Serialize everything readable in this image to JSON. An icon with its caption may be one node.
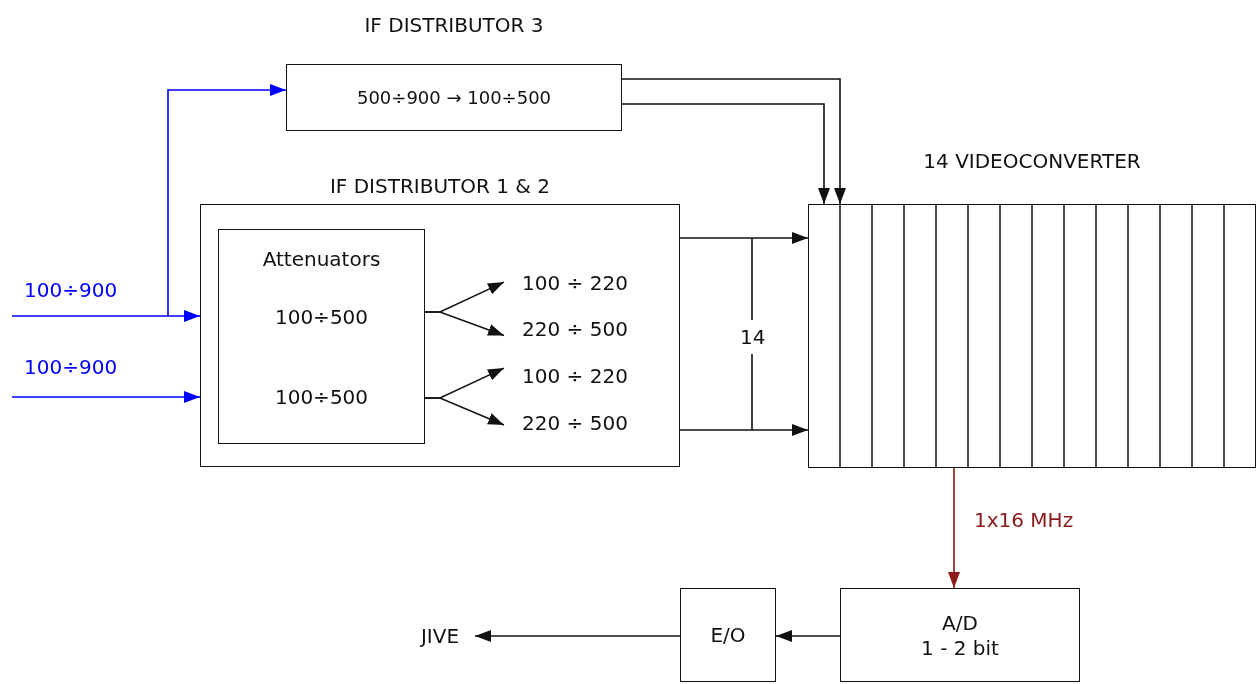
{
  "diagram": {
    "nodes": [
      {
        "text": [
          "IF DISTRIBUTOR 3",
          "500÷900 → 100÷500"
        ]
      },
      {
        "text": [
          "IF DISTRIBUTOR 1 & 2"
        ]
      },
      {
        "text": [
          "Attenuators",
          "100÷500",
          "100÷500"
        ],
        "in": 1
      },
      {
        "text": [
          "100 ÷ 220"
        ],
        "in": 1
      },
      {
        "text": [
          "220 ÷ 500"
        ],
        "in": 1
      },
      {
        "text": [
          "100 ÷ 220"
        ],
        "in": 1
      },
      {
        "text": [
          "220 ÷ 500"
        ],
        "in": 1
      },
      {
        "text": [
          "14 VIDEOCONVERTER"
        ]
      },
      {
        "text": [
          "A/D",
          "1 - 2 bit"
        ]
      },
      {
        "text": [
          "E/O"
        ]
      },
      {
        "text": [
          "JIVE"
        ]
      }
    ],
    "edges": [
      {
        "from": null,
        "to": 1,
        "arrow": "to",
        "label": "100÷900",
        "color": "#0000ff"
      },
      {
        "from": null,
        "to": 0,
        "arrow": "to",
        "color": "#0000ff"
      },
      {
        "from": null,
        "to": 1,
        "arrow": "to",
        "label": "100÷900",
        "color": "#0000ff"
      },
      {
        "from": 2,
        "to": 3,
        "arrow": "to"
      },
      {
        "from": 2,
        "to": 4,
        "arrow": "to"
      },
      {
        "from": 2,
        "to": 5,
        "arrow": "to"
      },
      {
        "from": 2,
        "to": 6,
        "arrow": "to"
      },
      {
        "from": 0,
        "to": 7,
        "arrow": "to"
      },
      {
        "from": 0,
        "to": 7,
        "arrow": "to"
      },
      {
        "from": 1,
        "to": 7,
        "arrow": "to"
      },
      {
        "from": 1,
        "to": 7,
        "arrow": "to"
      },
      {
        "from": 7,
        "to": 8,
        "arrow": "to",
        "label": "1x16 MHz",
        "color": "#8b1a1a"
      },
      {
        "from": 8,
        "to": 9,
        "arrow": "to"
      },
      {
        "from": 9,
        "to": 10,
        "arrow": "to"
      }
    ],
    "labels": [
      "14"
    ]
  }
}
